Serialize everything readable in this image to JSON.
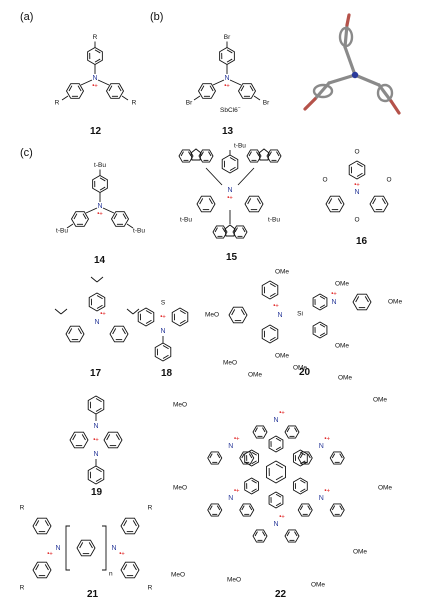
{
  "panels": {
    "a": "(a)",
    "b": "(b)",
    "c": "(c)"
  },
  "radical_mark": "•+",
  "atom_N": "N",
  "atom_S": "S",
  "atom_Si": "Si",
  "atom_O": "O",
  "substituents": {
    "R": "R",
    "Br": "Br",
    "tBu": "t-Bu",
    "OMe": "OMe",
    "MeO": "MeO",
    "n": "n"
  },
  "counterion": "SbCl6",
  "counterion_charge": "−",
  "compounds": [
    "12",
    "13",
    "14",
    "15",
    "16",
    "17",
    "18",
    "19",
    "20",
    "21",
    "22"
  ],
  "colors": {
    "radical": "#e02020",
    "nitrogen": "#2a3a9a",
    "bromine": "#b5524a",
    "carbon3d": "#8a8a8a"
  }
}
